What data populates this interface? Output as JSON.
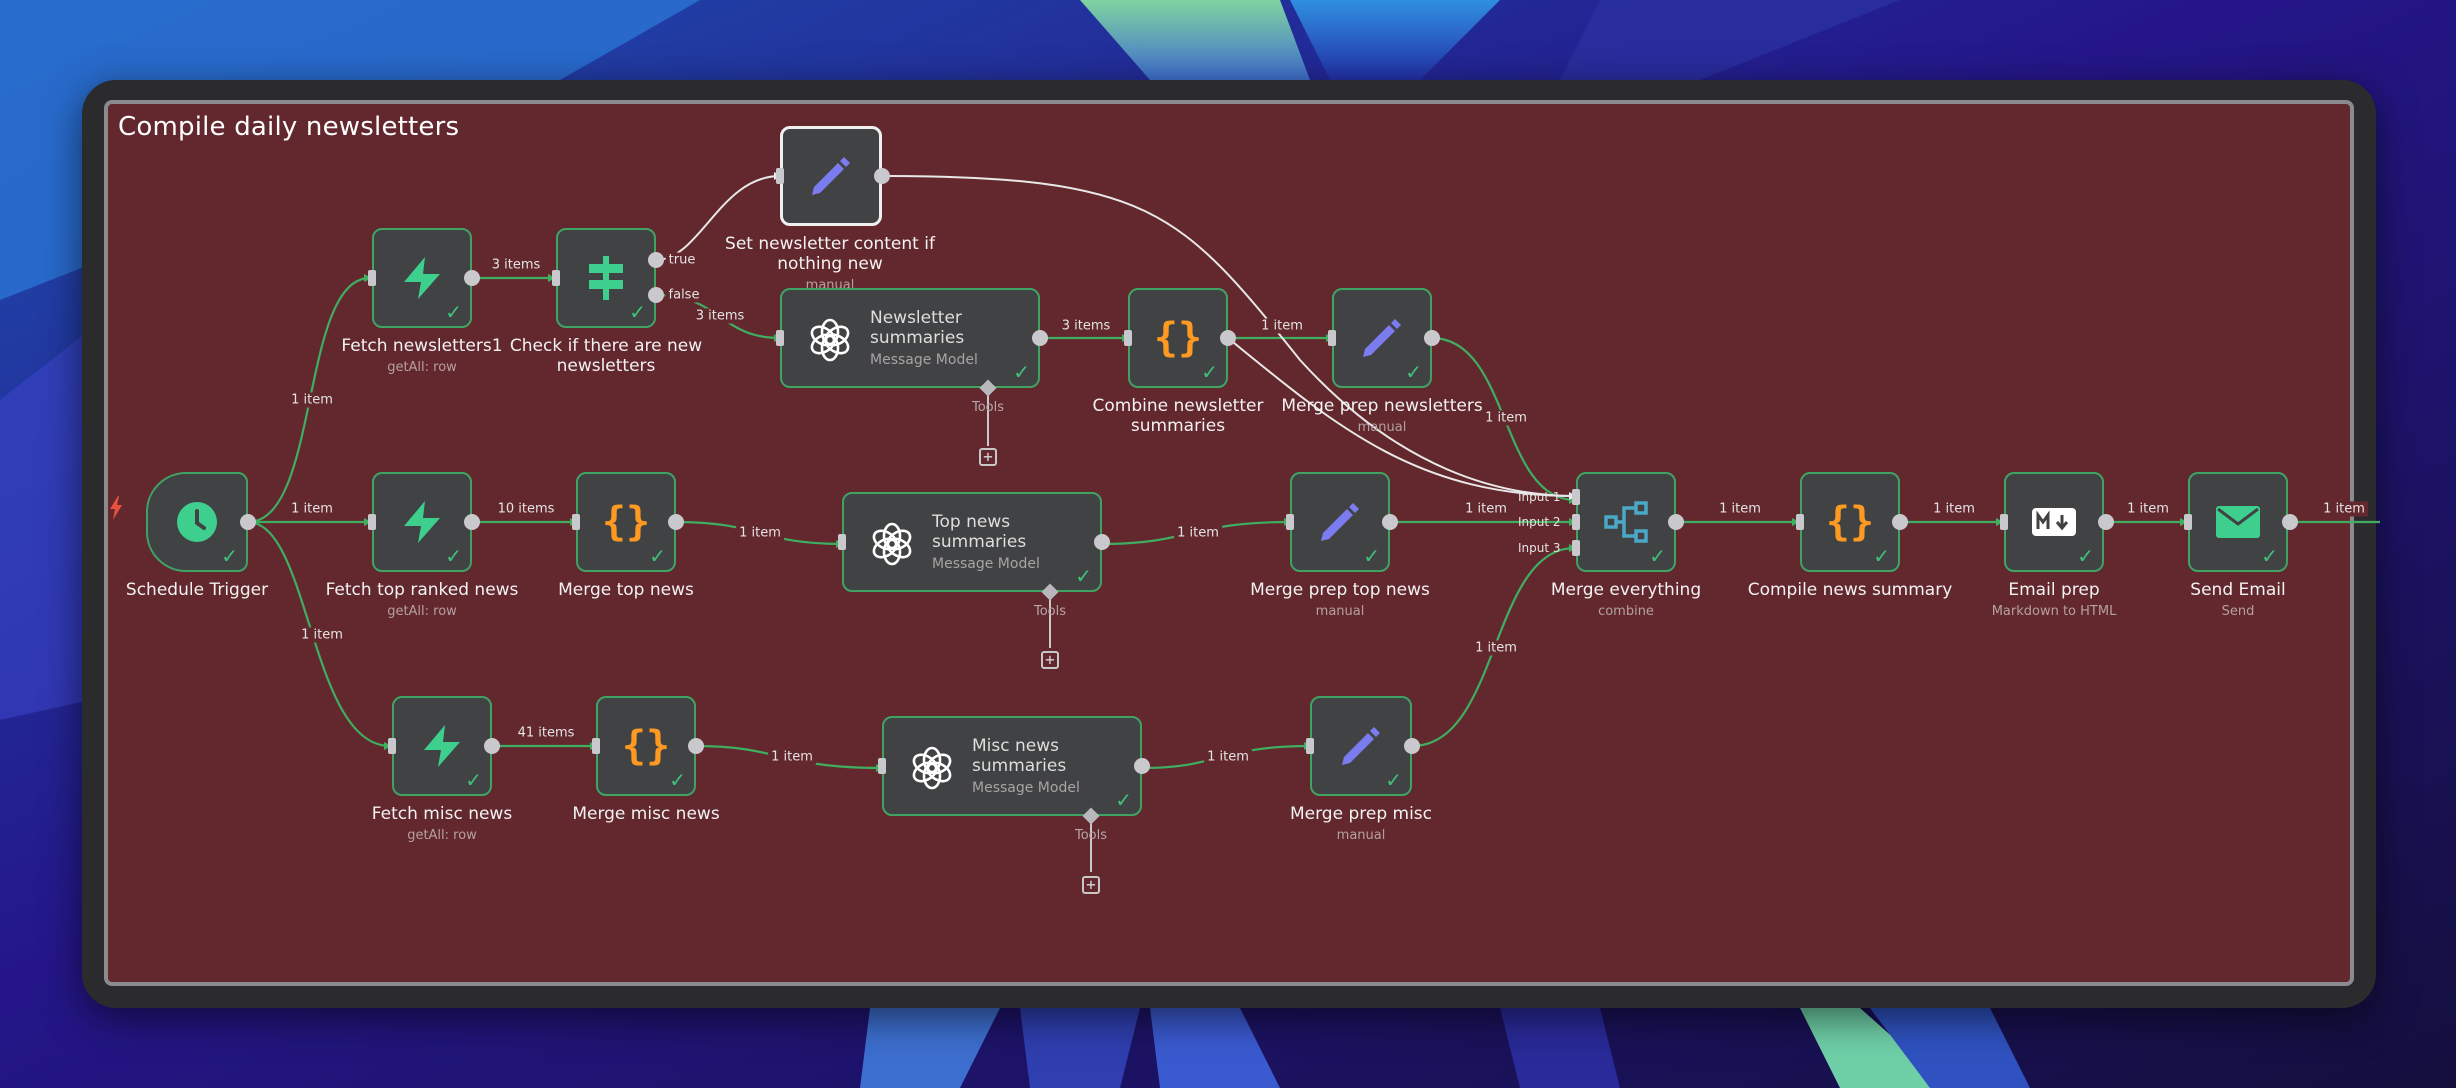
{
  "workflow": {
    "title": "Compile daily newsletters"
  },
  "colors": {
    "canvas": "#63282d",
    "node_body": "#414243",
    "success_border": "#3fa463",
    "supabase_green": "#3ecf8e",
    "code_orange": "#ff9922",
    "edit_purple": "#7b7cf0",
    "merge_blue": "#4aa8c8",
    "trigger_red": "#e8513f"
  },
  "nodes": {
    "schedule_trigger": {
      "label": "Schedule Trigger",
      "icon": "clock-icon"
    },
    "fetch_newsletters": {
      "label": "Fetch newsletters1",
      "sub": "getAll: row",
      "icon": "supabase-bolt-icon"
    },
    "check_new": {
      "label_line1": "Check if there are new",
      "label_line2": "newsletters",
      "icon": "signpost-icon"
    },
    "set_content": {
      "label_line1": "Set newsletter content if",
      "label_line2": "nothing new",
      "sub": "manual",
      "icon": "pencil-icon"
    },
    "newsletter_summaries": {
      "label_line1": "Newsletter",
      "label_line2": "summaries",
      "sub": "Message Model",
      "tools": "Tools",
      "icon": "openai-icon"
    },
    "combine_newsletter": {
      "label_line1": "Combine newsletter",
      "label_line2": "summaries",
      "icon": "code-braces-icon"
    },
    "merge_prep_newsletters": {
      "label": "Merge prep newsletters",
      "sub": "manual",
      "icon": "pencil-icon"
    },
    "fetch_top": {
      "label": "Fetch top ranked news",
      "sub": "getAll: row",
      "icon": "supabase-bolt-icon"
    },
    "merge_top": {
      "label": "Merge top news",
      "icon": "code-braces-icon"
    },
    "top_summaries": {
      "label_line1": "Top news",
      "label_line2": "summaries",
      "sub": "Message Model",
      "tools": "Tools",
      "icon": "openai-icon"
    },
    "merge_prep_top": {
      "label": "Merge prep top news",
      "sub": "manual",
      "icon": "pencil-icon"
    },
    "merge_everything": {
      "label": "Merge everything",
      "sub": "combine",
      "icon": "merge-icon",
      "inputs": [
        "Input 1",
        "Input 2",
        "Input 3"
      ]
    },
    "compile_summary": {
      "label": "Compile news summary",
      "icon": "code-braces-icon"
    },
    "email_prep": {
      "label": "Email prep",
      "sub": "Markdown to HTML",
      "icon": "markdown-icon"
    },
    "send_email": {
      "label": "Send Email",
      "sub": "Send",
      "icon": "envelope-icon"
    },
    "fetch_misc": {
      "label": "Fetch misc news",
      "sub": "getAll: row",
      "icon": "supabase-bolt-icon"
    },
    "merge_misc": {
      "label": "Merge misc news",
      "icon": "code-braces-icon"
    },
    "misc_summaries": {
      "label_line1": "Misc news",
      "label_line2": "summaries",
      "sub": "Message Model",
      "tools": "Tools",
      "icon": "openai-icon"
    },
    "merge_prep_misc": {
      "label": "Merge prep misc",
      "sub": "manual",
      "icon": "pencil-icon"
    }
  },
  "edge_labels": {
    "trigger_to_newsletters": "1 item",
    "trigger_to_top": "1 item",
    "trigger_to_misc": "1 item",
    "newsletters_to_check": "3 items",
    "check_true": "true",
    "check_false": "false",
    "check_false_items": "3 items",
    "summaries_to_combine": "3 items",
    "combine_to_prep": "1 item",
    "prep_newsletters_to_merge": "1 item",
    "top_fetch_to_merge": "10 items",
    "merge_top_to_summaries": "1 item",
    "top_summaries_to_prep": "1 item",
    "prep_top_to_merge": "1 item",
    "misc_fetch_to_merge": "41 items",
    "merge_misc_to_summaries": "1 item",
    "misc_summaries_to_prep": "1 item",
    "prep_misc_to_merge": "1 item",
    "merge_to_compile": "1 item",
    "compile_to_email": "1 item",
    "email_to_send": "1 item",
    "send_out": "1 item"
  }
}
